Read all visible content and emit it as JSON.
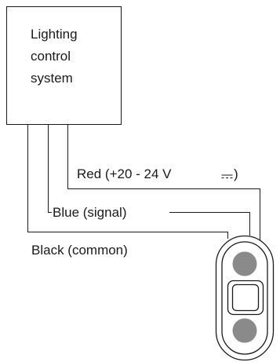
{
  "control_box": {
    "lines": [
      "Lighting",
      "control",
      "system"
    ]
  },
  "wires": {
    "red": "Red (+20 - 24 V",
    "blue": "Blue (signal)",
    "black": "Black (common)"
  },
  "colors": {
    "wire": "#1a1a1a",
    "device_dot": "#8a8a8a",
    "background": "#ffffff"
  }
}
